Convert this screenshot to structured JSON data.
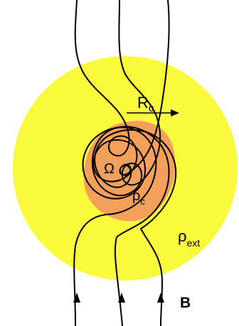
{
  "labels": {
    "core_radius": {
      "main": "R",
      "sub": "c"
    },
    "core_density": {
      "main": "ρ",
      "sub": "c"
    },
    "external_density": {
      "main": "ρ",
      "sub": "ext"
    },
    "angular_velocity": "Ω",
    "magnetic_field": "B"
  },
  "colors": {
    "envelope": "#fafa3c",
    "core": "#f5a05a",
    "field_lines": "#000000",
    "background": "#ffffff"
  }
}
